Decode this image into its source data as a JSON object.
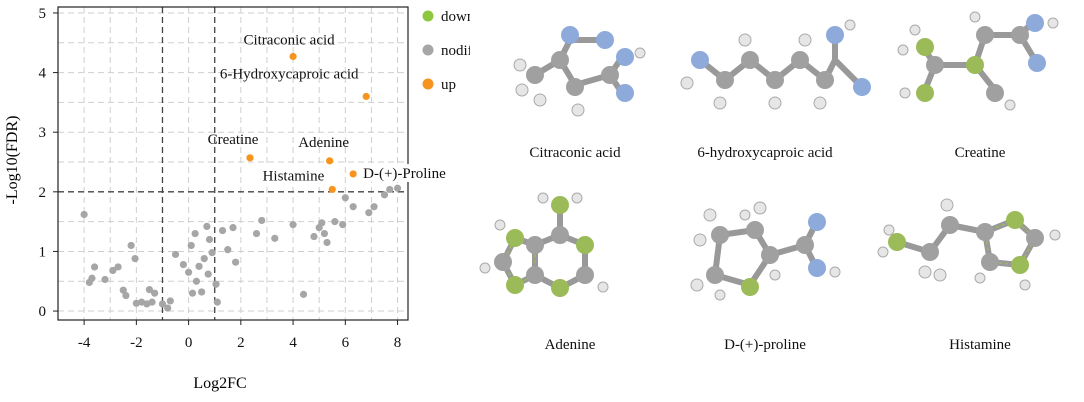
{
  "chart_data": {
    "type": "scatter",
    "title": "",
    "xlabel": "Log2FC",
    "ylabel": "-Log10(FDR)",
    "xlim": [
      -5,
      8.4
    ],
    "ylim": [
      -0.15,
      5.1
    ],
    "xticks": [
      "-4",
      "-2",
      "0",
      "2",
      "4",
      "6",
      "8"
    ],
    "xtick_values": [
      -4,
      -2,
      0,
      2,
      4,
      6,
      8
    ],
    "yticks": [
      "0",
      "1",
      "2",
      "3",
      "4",
      "5"
    ],
    "ytick_values": [
      0,
      1,
      2,
      3,
      4,
      5
    ],
    "grid": true,
    "thresholds": {
      "log2fc": [
        -1,
        1
      ],
      "neg_log10_fdr": 2
    },
    "legend": {
      "placement": "right",
      "entries": [
        {
          "name": "down",
          "color": "#8dc63f"
        },
        {
          "name": "nodiff",
          "color": "#a6a6a6"
        },
        {
          "name": "up",
          "color": "#f7941d"
        }
      ]
    },
    "series": [
      {
        "name": "up",
        "color": "#f7941d",
        "points": [
          {
            "x": 4.0,
            "y": 4.27
          },
          {
            "x": 6.8,
            "y": 3.6
          },
          {
            "x": 2.35,
            "y": 2.57
          },
          {
            "x": 5.4,
            "y": 2.52
          },
          {
            "x": 6.3,
            "y": 2.3
          },
          {
            "x": 5.5,
            "y": 2.04
          }
        ]
      },
      {
        "name": "nodiff",
        "color": "#a6a6a6",
        "points": [
          {
            "x": -4.0,
            "y": 1.62
          },
          {
            "x": -3.8,
            "y": 0.48
          },
          {
            "x": -3.7,
            "y": 0.55
          },
          {
            "x": -3.6,
            "y": 0.74
          },
          {
            "x": -3.2,
            "y": 0.53
          },
          {
            "x": -2.9,
            "y": 0.68
          },
          {
            "x": -2.7,
            "y": 0.74
          },
          {
            "x": -2.5,
            "y": 0.35
          },
          {
            "x": -2.4,
            "y": 0.26
          },
          {
            "x": -2.2,
            "y": 1.1
          },
          {
            "x": -2.05,
            "y": 0.88
          },
          {
            "x": -2.0,
            "y": 0.13
          },
          {
            "x": -1.8,
            "y": 0.15
          },
          {
            "x": -1.6,
            "y": 0.12
          },
          {
            "x": -1.5,
            "y": 0.36
          },
          {
            "x": -1.4,
            "y": 0.15
          },
          {
            "x": -1.3,
            "y": 0.3
          },
          {
            "x": -1.0,
            "y": 0.12
          },
          {
            "x": -0.8,
            "y": 0.05
          },
          {
            "x": -0.7,
            "y": 0.17
          },
          {
            "x": -0.5,
            "y": 0.95
          },
          {
            "x": -0.2,
            "y": 0.78
          },
          {
            "x": 0.0,
            "y": 0.65
          },
          {
            "x": 0.1,
            "y": 1.1
          },
          {
            "x": 0.15,
            "y": 0.3
          },
          {
            "x": 0.25,
            "y": 1.3
          },
          {
            "x": 0.3,
            "y": 0.5
          },
          {
            "x": 0.4,
            "y": 0.75
          },
          {
            "x": 0.5,
            "y": 0.32
          },
          {
            "x": 0.6,
            "y": 0.88
          },
          {
            "x": 0.7,
            "y": 1.42
          },
          {
            "x": 0.75,
            "y": 0.62
          },
          {
            "x": 0.8,
            "y": 1.2
          },
          {
            "x": 0.9,
            "y": 0.98
          },
          {
            "x": 1.05,
            "y": 0.45
          },
          {
            "x": 1.1,
            "y": 0.15
          },
          {
            "x": 1.3,
            "y": 1.35
          },
          {
            "x": 1.5,
            "y": 1.03
          },
          {
            "x": 1.7,
            "y": 1.4
          },
          {
            "x": 1.8,
            "y": 0.82
          },
          {
            "x": 2.6,
            "y": 1.3
          },
          {
            "x": 2.8,
            "y": 1.52
          },
          {
            "x": 3.3,
            "y": 1.22
          },
          {
            "x": 4.0,
            "y": 1.45
          },
          {
            "x": 4.4,
            "y": 0.28
          },
          {
            "x": 4.8,
            "y": 1.25
          },
          {
            "x": 5.0,
            "y": 1.4
          },
          {
            "x": 5.1,
            "y": 1.48
          },
          {
            "x": 5.2,
            "y": 1.3
          },
          {
            "x": 5.3,
            "y": 1.15
          },
          {
            "x": 5.6,
            "y": 1.5
          },
          {
            "x": 5.9,
            "y": 1.45
          },
          {
            "x": 6.0,
            "y": 1.9
          },
          {
            "x": 6.3,
            "y": 1.75
          },
          {
            "x": 6.9,
            "y": 1.65
          },
          {
            "x": 7.1,
            "y": 1.75
          },
          {
            "x": 7.5,
            "y": 1.95
          },
          {
            "x": 7.7,
            "y": 2.04
          },
          {
            "x": 8.0,
            "y": 2.06
          }
        ]
      }
    ],
    "annotations": [
      {
        "text": "Citraconic acid",
        "x": 4.0,
        "y": 4.27
      },
      {
        "text": "6-Hydroxycaproic acid",
        "x": 6.8,
        "y": 3.6
      },
      {
        "text": "Creatine",
        "x": 2.35,
        "y": 2.57
      },
      {
        "text": "Adenine",
        "x": 5.4,
        "y": 2.52
      },
      {
        "text": "D-(+)-Proline",
        "x": 6.3,
        "y": 2.3
      },
      {
        "text": "Histamine",
        "x": 5.5,
        "y": 2.04
      }
    ]
  },
  "structures": {
    "colors": {
      "carbon": "#a0a0a0",
      "hydrogen": "#e6e6e6",
      "nitrogen": "#8eaadb",
      "green_atom": "#9bbb59"
    },
    "captions": [
      "Citraconic acid",
      "6-hydroxycaproic acid",
      "Creatine",
      "Adenine",
      "D-(+)-proline",
      "Histamine"
    ]
  }
}
